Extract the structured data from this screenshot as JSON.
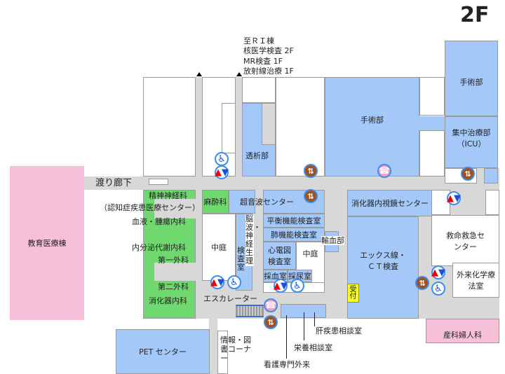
{
  "floor": "2F",
  "ri_note": [
    "至ＲＩ棟",
    "核医学検査 2F",
    "MR検査 1F",
    "放射線治療 1F"
  ],
  "rooms": {
    "education": "教育医療棟",
    "corridor": "渡り廊下",
    "surgery_main": "手術部",
    "surgery_top": "手術部",
    "icu": "集中治療部",
    "icu_sub": "（ICU）",
    "dialysis": "透析部",
    "psych": "精神神経科",
    "psych_sub": "（認知症疾患医療センター）",
    "hema": "血液・腫瘍内科",
    "endo": "内分泌代謝内科",
    "surg1": "第一外科",
    "surg2": "第二外科",
    "gastro": "消化器内科",
    "anesth": "麻酔科",
    "ultrasound": "超音波センター",
    "endoscopy": "消化器内視鏡センター",
    "courtyard1": "中庭",
    "courtyard2": "中庭",
    "eeg": "脳波・神経生理",
    "eeg_sub": "検査室",
    "balance": "平衡機能検査室",
    "lung": "肺機能検査室",
    "ecg": "心電図検査室",
    "blood_draw": "採血室",
    "urine": "採尿室",
    "transfusion": "輸血部",
    "xray": "エックス線・ＣＴ検査",
    "reception": "受付",
    "emergency": "救命救急センター",
    "chemo": "外来化学療法室",
    "obgyn": "産科婦人科",
    "escalator": "エスカレーター",
    "library": "情報・図書コーナー",
    "pet": "PET センター",
    "liver": "肝疾患相談室",
    "nutrition": "栄養相談室",
    "nursing": "看護専門外来"
  }
}
